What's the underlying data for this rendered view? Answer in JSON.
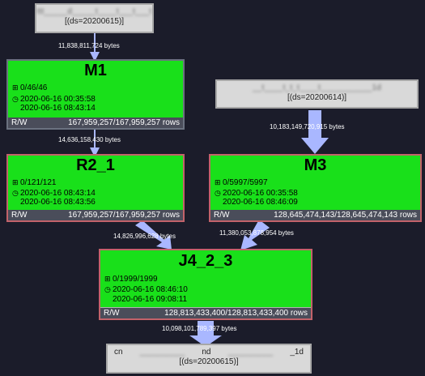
{
  "sources": {
    "top": {
      "name": "ttt_____d_____t____t___t___t",
      "partition": "[(ds=20200615)]"
    },
    "right": {
      "name": "__t____t_t_t____t___________1d",
      "partition": "[(ds=20200614)]"
    },
    "bottom": {
      "name_start": "cn",
      "name_end": "_1d",
      "name_mid": "nd",
      "partition": "[(ds=20200615)]"
    }
  },
  "stages": {
    "m1": {
      "title": "M1",
      "tasks": "0/46/46",
      "start": "2020-06-16 00:35:58",
      "end": "2020-06-16 08:43:14",
      "rw_label": "R/W",
      "rw_value": "167,959,257/167,959,257 rows"
    },
    "r2_1": {
      "title": "R2_1",
      "tasks": "0/121/121",
      "start": "2020-06-16 08:43:14",
      "end": "2020-06-16 08:43:56",
      "rw_label": "R/W",
      "rw_value": "167,959,257/167,959,257 rows"
    },
    "m3": {
      "title": "M3",
      "tasks": "0/5997/5997",
      "start": "2020-06-16 00:35:58",
      "end": "2020-06-16 08:46:09",
      "rw_label": "R/W",
      "rw_value": "128,645,474,143/128,645,474,143 rows"
    },
    "j4_2_3": {
      "title": "J4_2_3",
      "tasks": "0/1999/1999",
      "start": "2020-06-16 08:46:10",
      "end": "2020-06-16 09:08:11",
      "rw_label": "R/W",
      "rw_value": "128,813,433,400/128,813,433,400 rows"
    }
  },
  "edges": {
    "src_to_m1": "11,838,811,724 bytes",
    "m1_to_r2": "14,636,158,430 bytes",
    "src2_to_m3": "10,183,149,720,915 bytes",
    "r2_to_j4": "14,826,996,628 bytes",
    "m3_to_j4": "11,380,053,878,954 bytes",
    "j4_to_out": "10,098,101,789,397 bytes"
  },
  "icons": {
    "tasks": "grid-icon",
    "time": "clock-icon"
  },
  "colors": {
    "background": "#1b1c2a",
    "stage_fill": "#19e01a",
    "edge": "#a9b7ff",
    "error_border": "#c2626a"
  }
}
